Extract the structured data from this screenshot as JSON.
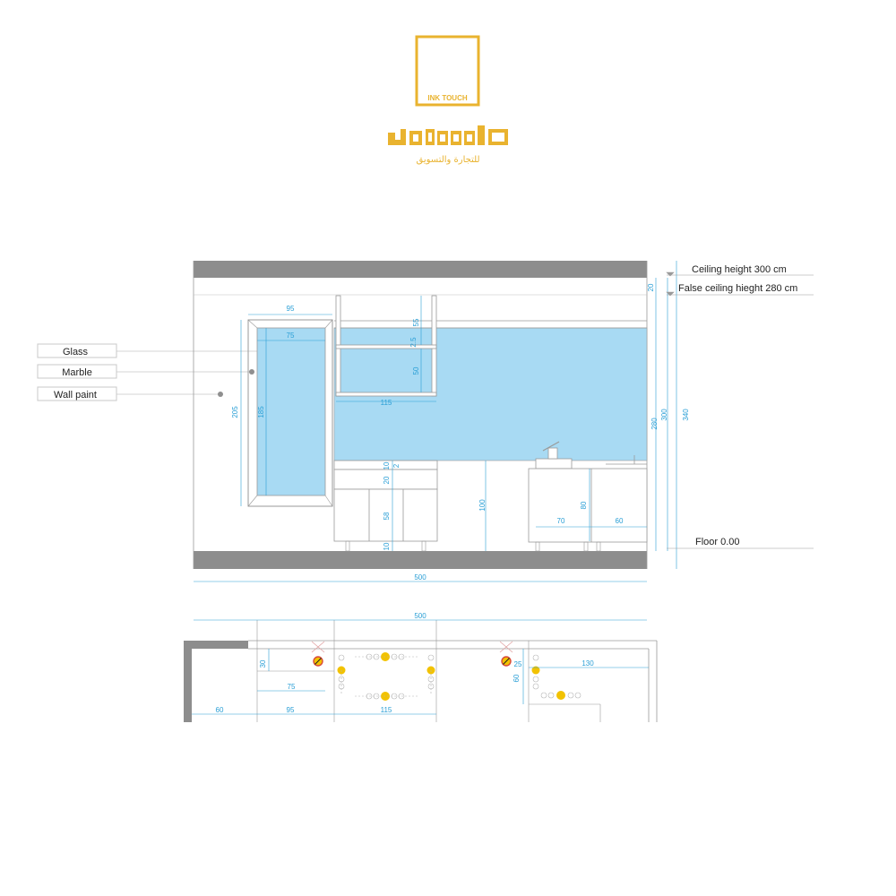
{
  "logo": {
    "box_text": "INK TOUCH",
    "arabic_line": "للتجارة والتسويق",
    "color": "#e9b32f"
  },
  "legend": [
    {
      "label": "Glass"
    },
    {
      "label": "Marble"
    },
    {
      "label": "Wall paint"
    }
  ],
  "level_labels": {
    "ceiling": "Ceiling height 300 cm",
    "false_ceiling": "False ceiling hieght 280 cm",
    "floor": "Floor 0.00"
  },
  "elevation_dims": {
    "mirror_width": "95",
    "glass_width": "75",
    "mirror_height": "205",
    "glass_height": "185",
    "shelf_top": "55",
    "shelf_thickness": "2.5",
    "shelf_gap": "50",
    "shelf_width": "115",
    "vanity_top": "10",
    "vanity_top2": "2",
    "drawer": "20",
    "door": "58",
    "plinth": "10",
    "counter_height": "100",
    "right_cabinet": "80",
    "left_bay": "70",
    "right_bay": "60",
    "ceiling_gap": "20",
    "false_ceiling": "280",
    "ceiling": "300",
    "total_height": "340",
    "total_width": "500"
  },
  "plan_dims": {
    "total_width": "500",
    "depth_left": "30",
    "glass_width": "75",
    "wall": "60",
    "mirror": "95",
    "vanity": "115",
    "depth_right": "60",
    "offset": "25",
    "counter_right": "130"
  },
  "colors": {
    "glass": "#a8daf3",
    "slab": "#8d8d8d",
    "dimension": "#2a9fd6",
    "line": "#9a9a9a",
    "fixture": "#f2c200"
  }
}
